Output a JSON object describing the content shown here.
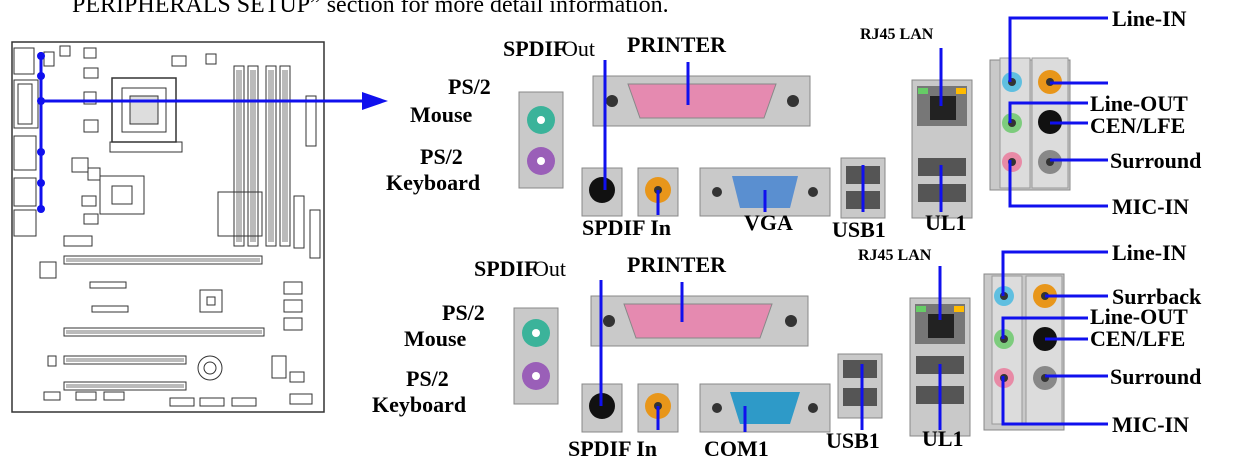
{
  "header_text": "PERIPHERALS SETUP” section for more detail information.",
  "panel_top": {
    "ps2_mouse": [
      "PS/2",
      "Mouse"
    ],
    "ps2_keyboard": [
      "PS/2",
      "Keyboard"
    ],
    "spdif_out": "SPDIF",
    "spdif_out_suffix": "Out",
    "printer": "PRINTER",
    "rj45": "RJ45 LAN",
    "spdif_in": "SPDIF In",
    "vga": "VGA",
    "usb1": "USB1",
    "ul1": "UL1",
    "line_in": "Line-IN",
    "surrback": "",
    "line_out": "Line-OUT",
    "cen_lfe": "CEN/LFE",
    "surround": "Surround",
    "mic_in": "MIC-IN"
  },
  "panel_bottom": {
    "ps2_mouse": [
      "PS/2",
      "Mouse"
    ],
    "ps2_keyboard": [
      "PS/2",
      "Keyboard"
    ],
    "spdif_out": "SPDIF",
    "spdif_out_suffix": "Out",
    "printer": "PRINTER",
    "rj45": "RJ45 LAN",
    "spdif_in": "SPDIF In",
    "com1": "COM1",
    "usb1": "USB1",
    "ul1": "UL1",
    "line_in": "Line-IN",
    "surrback": "Surrback",
    "line_out": "Line-OUT",
    "cen_lfe": "CEN/LFE",
    "surround": "Surround",
    "mic_in": "MIC-IN"
  },
  "colors": {
    "leader_lines": "#1010ee",
    "mouse_port": "#3bb39a",
    "keyboard_port": "#9a5fb8",
    "printer_port": "#e58ab0",
    "vga_port": "#5a8fd0",
    "com_port": "#2e9ac8",
    "line_in_jack": "#5fbfe0",
    "line_out_jack": "#7dcc7d",
    "mic_jack": "#e88aa6",
    "spdif_in_jack": "#e8961a",
    "surrback_jack": "#e8961a",
    "panel_grey": "#c9c9c9"
  }
}
